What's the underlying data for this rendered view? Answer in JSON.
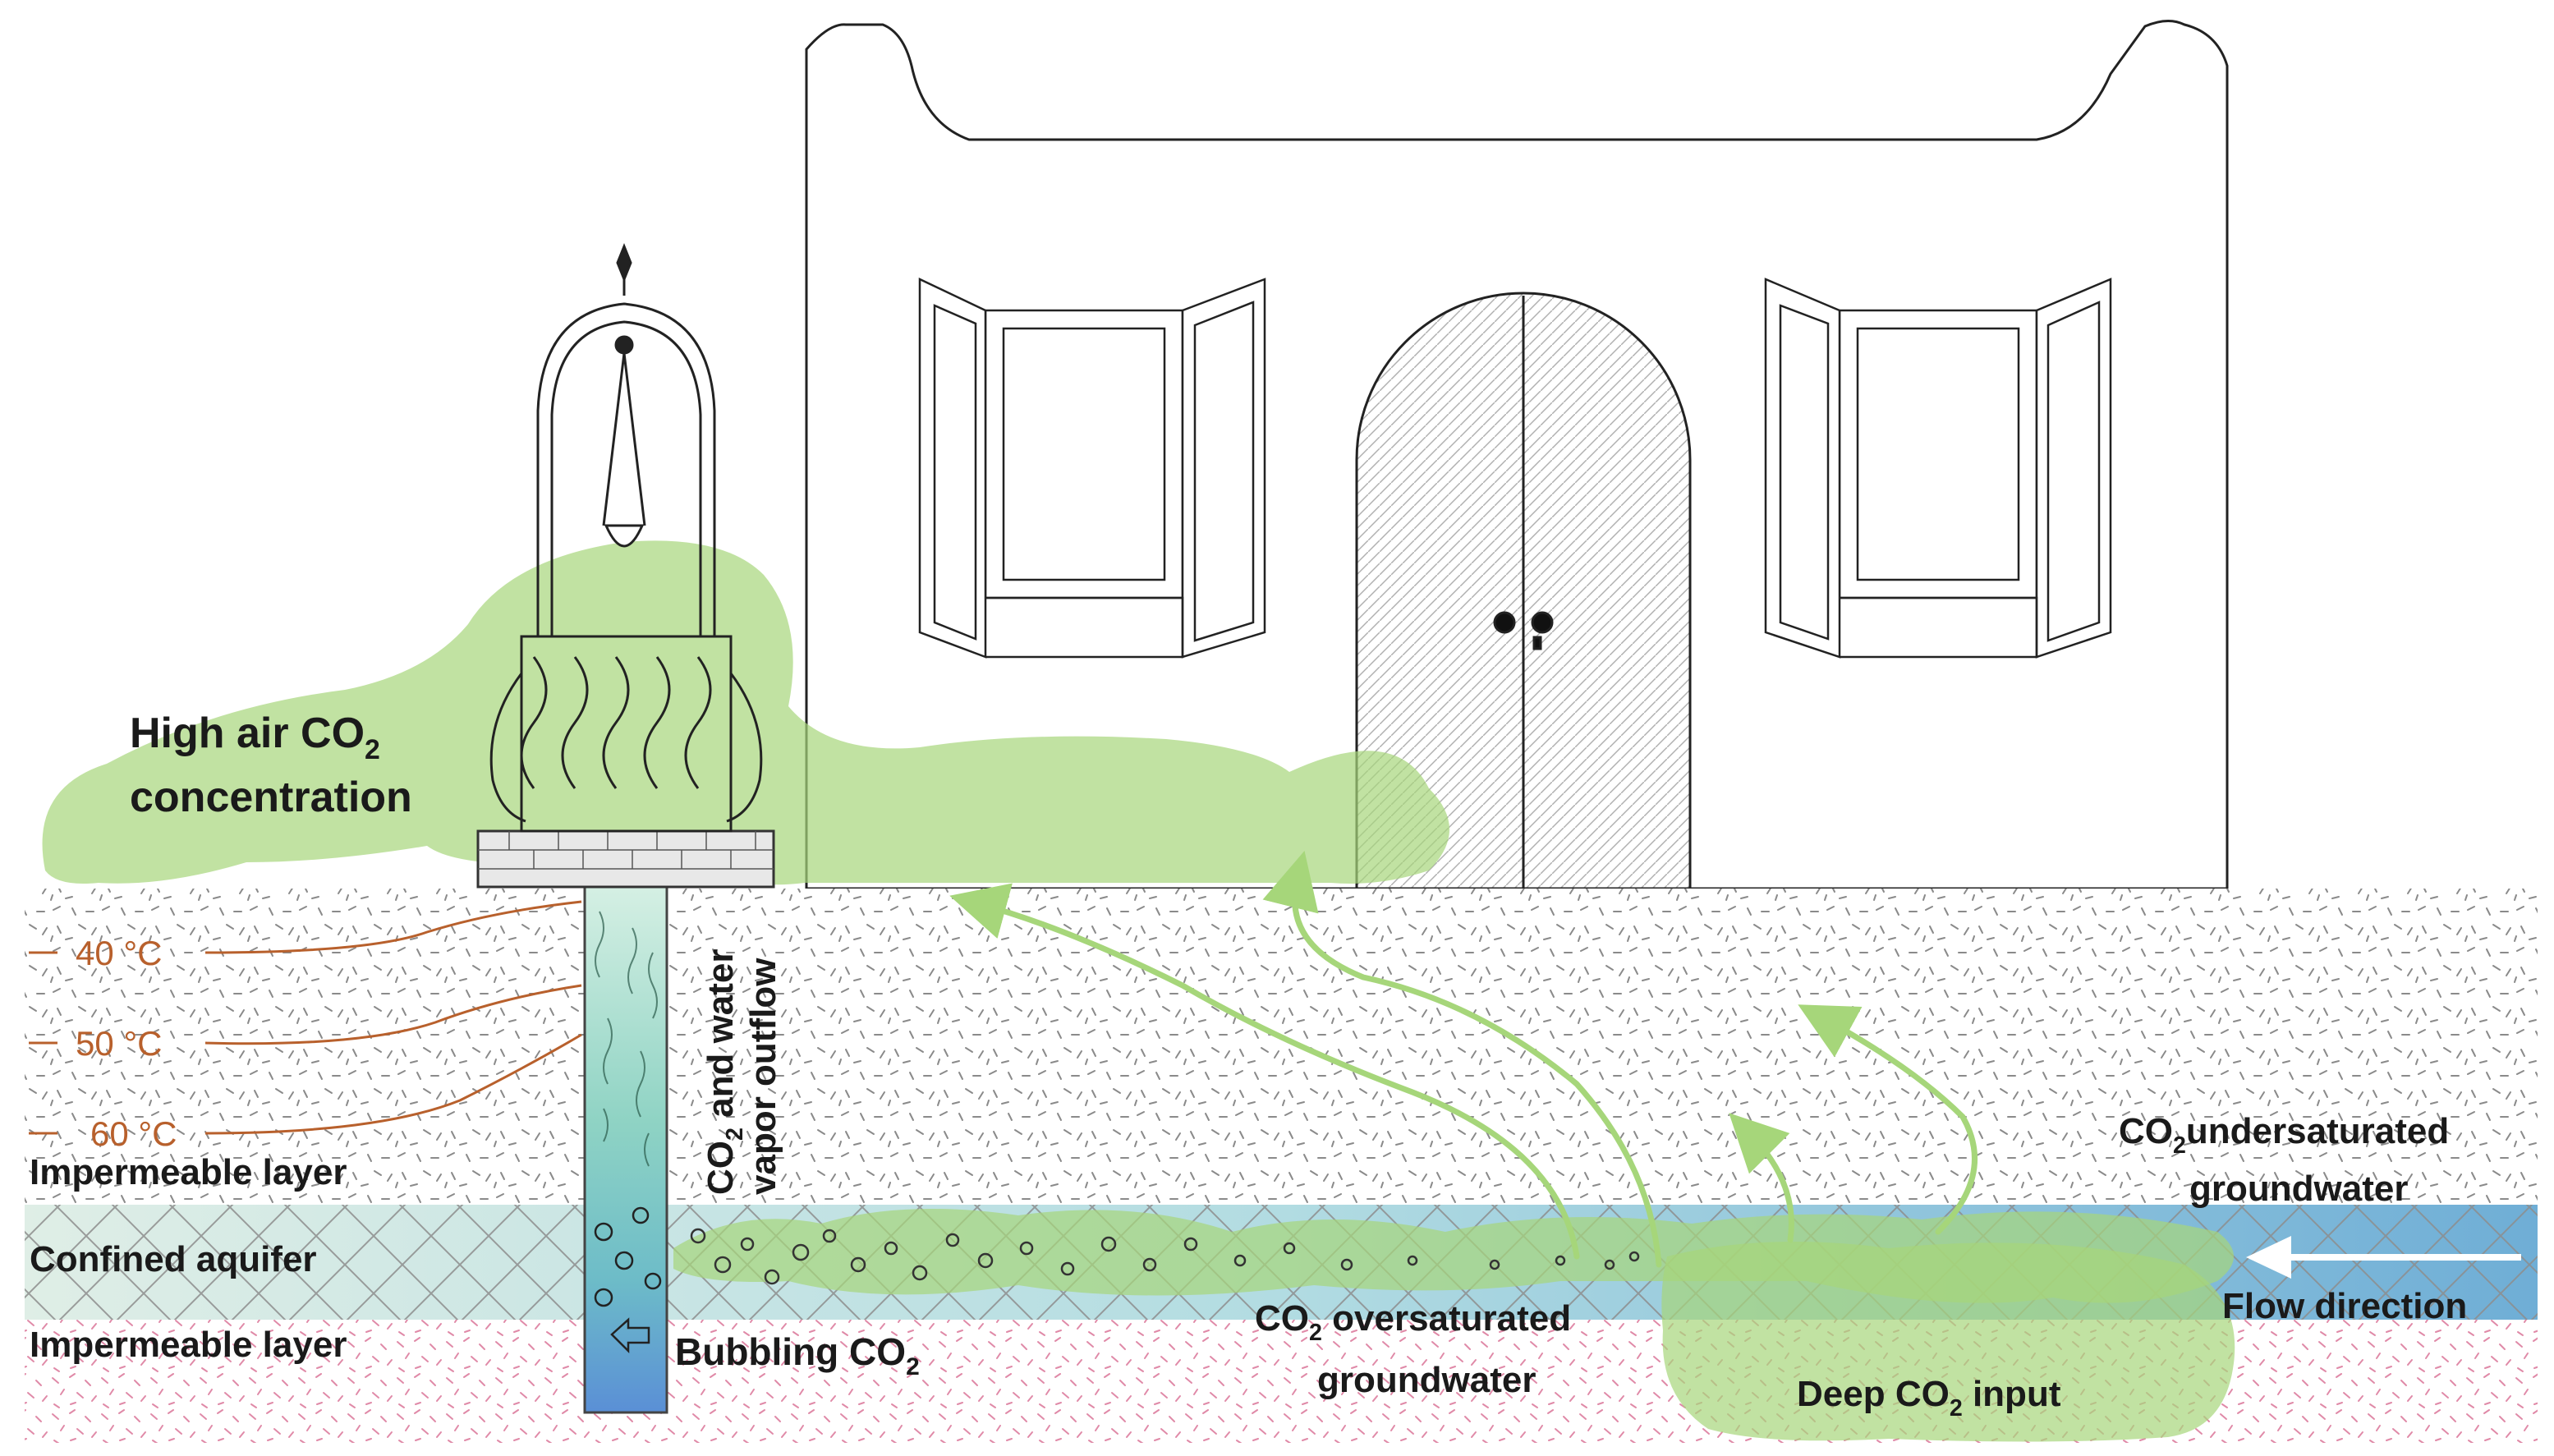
{
  "labels": {
    "high_air_line1_pre": "High air CO",
    "high_air_line1_sub": "2",
    "high_air_line2": "concentration",
    "outflow_line1_pre": "CO",
    "outflow_line1_sub": "2",
    "outflow_line1_post": " and water",
    "outflow_line2": "vapor outflow",
    "temp_40": "40 °C",
    "temp_50": "50 °C",
    "temp_60": "60 °C",
    "impermeable_top": "Impermeable layer",
    "confined_aquifer": "Confined aquifer",
    "impermeable_bottom": "Impermeable layer",
    "bubbling_pre": "Bubbling CO",
    "bubbling_sub": "2",
    "oversat_line1_pre": "CO",
    "oversat_line1_sub": "2",
    "oversat_line1_post": " oversaturated",
    "oversat_line2": "groundwater",
    "undersat_line1_pre": "CO",
    "undersat_line1_sub": "2",
    "undersat_line1_post": "undersaturated",
    "undersat_line2": "groundwater",
    "flow_direction": "Flow direction",
    "deep_input_pre": "Deep CO",
    "deep_input_sub": "2",
    "deep_input_post": " input"
  },
  "colors": {
    "co2_green": "#a6d67a",
    "co2_green_dark": "#86c45a",
    "aquifer_blue": "#7fc4d6",
    "well_water_top": "#d6f0e4",
    "well_water_bottom": "#5a8fd6",
    "temperature_line": "#b8602c",
    "impermeable_pink": "#e08aa8",
    "text": "#1a1a1a"
  },
  "icons": [
    "well-icon",
    "house-icon",
    "flow-arrow-icon",
    "bubble-icon"
  ]
}
